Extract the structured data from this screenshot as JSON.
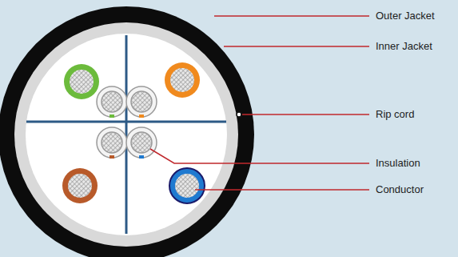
{
  "diagram": {
    "labels": [
      "Outer Jacket",
      "Inner Jacket",
      "Rip cord",
      "Insulation",
      "Conductor"
    ]
  }
}
